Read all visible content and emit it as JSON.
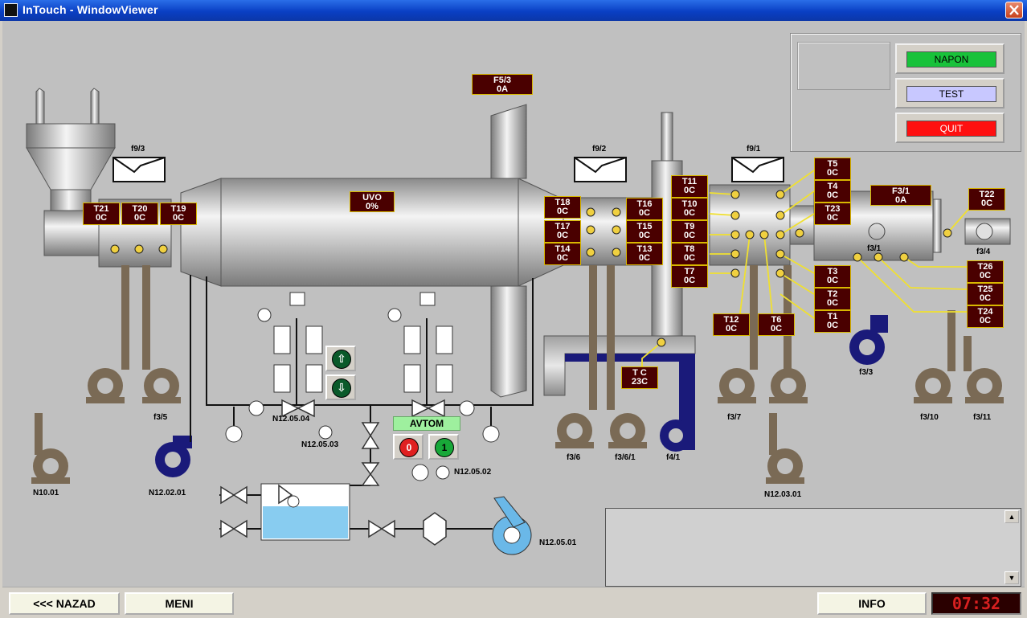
{
  "window": {
    "title": "InTouch - WindowViewer"
  },
  "panel": {
    "napon": "NAPON",
    "test": "TEST",
    "quit": "QUIT",
    "colors": {
      "napon": "#18c23a",
      "test": "#c8c8ff",
      "quit": "#ff1010"
    }
  },
  "tags": {
    "f53": [
      "F5/3",
      "0A"
    ],
    "uvo": [
      "UVO",
      "0%"
    ],
    "f31": [
      "F3/1",
      "0A"
    ],
    "tc": [
      "T C",
      "23C"
    ],
    "t21": [
      "T21",
      "0C"
    ],
    "t20": [
      "T20",
      "0C"
    ],
    "t19": [
      "T19",
      "0C"
    ],
    "t18": [
      "T18",
      "0C"
    ],
    "t17": [
      "T17",
      "0C"
    ],
    "t14": [
      "T14",
      "0C"
    ],
    "t16": [
      "T16",
      "0C"
    ],
    "t15": [
      "T15",
      "0C"
    ],
    "t13": [
      "T13",
      "0C"
    ],
    "t11": [
      "T11",
      "0C"
    ],
    "t10": [
      "T10",
      "0C"
    ],
    "t9": [
      "T9",
      "0C"
    ],
    "t8": [
      "T8",
      "0C"
    ],
    "t7": [
      "T7",
      "0C"
    ],
    "t5": [
      "T5",
      "0C"
    ],
    "t4": [
      "T4",
      "0C"
    ],
    "t23": [
      "T23",
      "0C"
    ],
    "t3": [
      "T3",
      "0C"
    ],
    "t2": [
      "T2",
      "0C"
    ],
    "t1": [
      "T1",
      "0C"
    ],
    "t12": [
      "T12",
      "0C"
    ],
    "t6": [
      "T6",
      "0C"
    ],
    "t22": [
      "T22",
      "0C"
    ],
    "t26": [
      "T26",
      "0C"
    ],
    "t25": [
      "T25",
      "0C"
    ],
    "t24": [
      "T24",
      "0C"
    ]
  },
  "labels": {
    "f93": "f9/3",
    "f92": "f9/2",
    "f91": "f9/1",
    "f35": "f3/5",
    "f36": "f3/6",
    "f361": "f3/6/1",
    "f41": "f4/1",
    "f37": "f3/7",
    "f33": "f3/3",
    "f310": "f3/10",
    "f311": "f3/11",
    "f34": "f3/4",
    "f31b": "f3/1",
    "n1001": "N10.01",
    "n120201": "N12.02.01",
    "n120504": "N12.05.04",
    "n120503": "N12.05.03",
    "n120502": "N12.05.02",
    "n120501": "N12.05.01",
    "n120301": "N12.03.01"
  },
  "controls": {
    "avtom": "AVTOM",
    "stop": "0",
    "start": "1",
    "up": "⇧",
    "down": "⇩"
  },
  "bottom": {
    "nazad": "<<< NAZAD",
    "meni": "MENI",
    "info": "INFO",
    "time": "07:32"
  },
  "colors": {
    "fan_brown": "#7a6a55",
    "blower_navy": "#1a1a7a",
    "pump_blue": "#6ab8e8",
    "tag_bg": "#4a0000",
    "tag_border": "#d8b800"
  }
}
